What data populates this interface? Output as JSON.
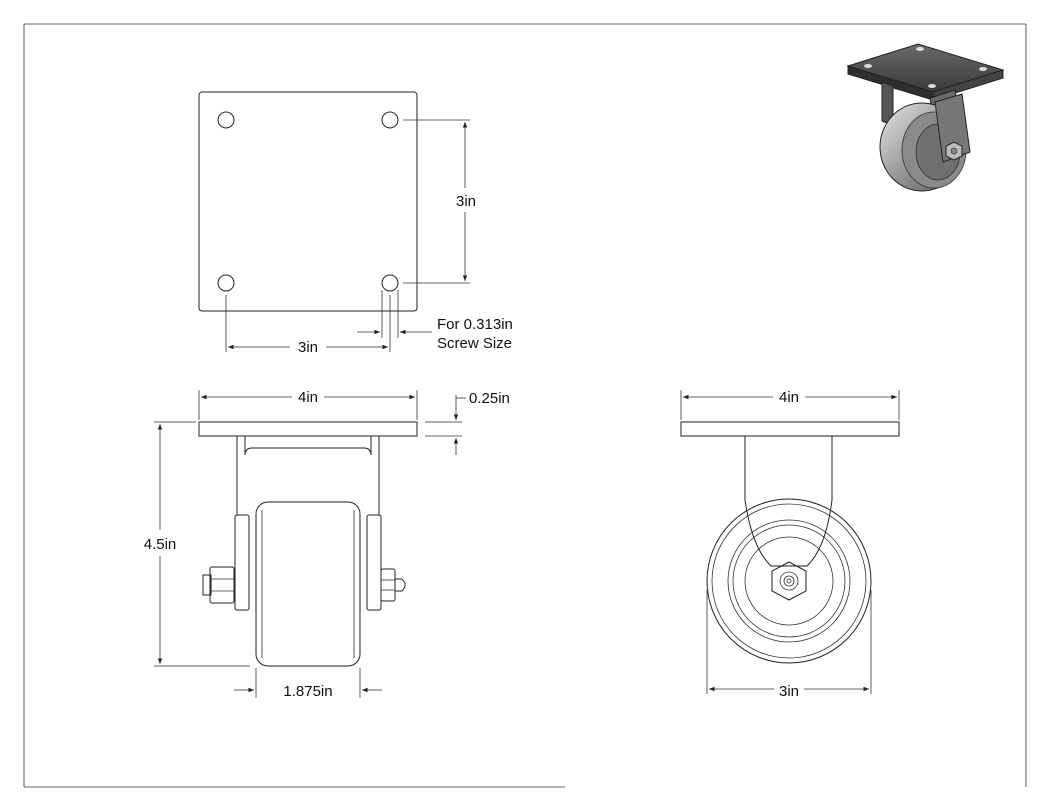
{
  "top_view": {
    "bolt_spacing_vertical": "3in",
    "bolt_spacing_horizontal": "3in",
    "screw_note_line1": "For 0.313in",
    "screw_note_line2": "Screw Size"
  },
  "front_view": {
    "plate_width": "4in",
    "plate_thickness": "0.25in",
    "overall_height": "4.5in",
    "wheel_width": "1.875in"
  },
  "side_view": {
    "plate_width": "4in",
    "wheel_diameter": "3in"
  }
}
